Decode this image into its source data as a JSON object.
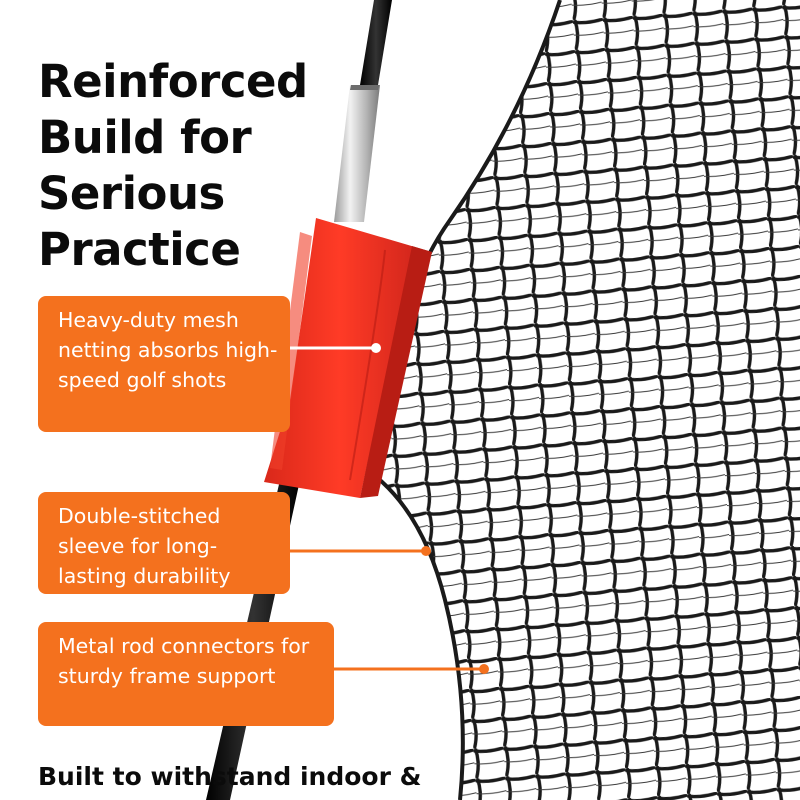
{
  "headline": {
    "lines": [
      "Reinforced",
      "Build for",
      "Serious",
      "Practice"
    ]
  },
  "callouts": [
    {
      "text": "Heavy-duty mesh netting absorbs high-speed golf shots"
    },
    {
      "text": "Double-stitched sleeve for long-lasting durability"
    },
    {
      "text": "Metal rod connectors for sturdy frame support"
    }
  ],
  "footer": {
    "text": "Built to withstand indoor &"
  },
  "colors": {
    "callout_bg": "#f4711e",
    "sleeve": "#ee2f1d",
    "net": "#1a1a1a",
    "text": "#0b0b0b"
  },
  "icons": {
    "net": "golf-net-mesh",
    "pole": "frame-pole",
    "sleeve": "reinforced-sleeve"
  }
}
